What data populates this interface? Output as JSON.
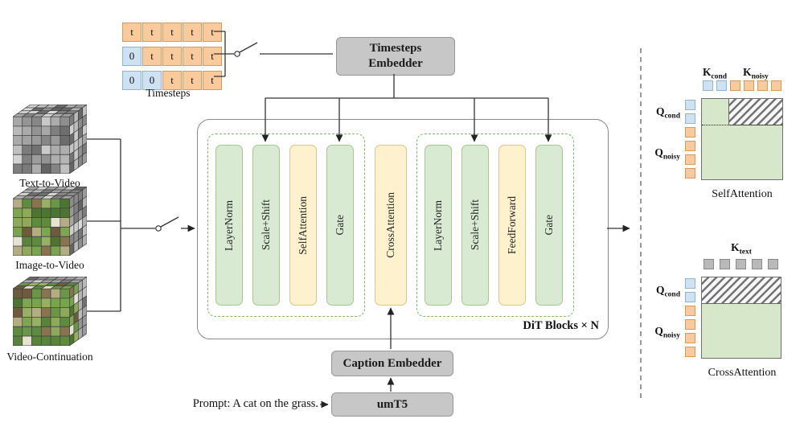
{
  "colors": {
    "orange_token": "#f9cb9c",
    "blue_token": "#cfe2f3",
    "gray_token": "#b9b9b9",
    "green_block": "#d9ead3",
    "yellow_block": "#fdf2cd",
    "gray_box": "#c7c7c7",
    "dashed_group_border": "#85b86a",
    "matrix_green": "#d7e7ca"
  },
  "timesteps": {
    "label": "Timesteps",
    "rows": [
      [
        "t",
        "t",
        "t",
        "t",
        "t"
      ],
      [
        "0",
        "t",
        "t",
        "t",
        "t"
      ],
      [
        "0",
        "0",
        "t",
        "t",
        "t"
      ]
    ]
  },
  "embedder": {
    "timesteps": "Timesteps Embedder",
    "caption": "Caption Embedder",
    "umt5": "umT5"
  },
  "prompt_text": "Prompt: A cat on the grass.",
  "video_inputs": [
    {
      "label": "Text-to-Video",
      "type": "noise"
    },
    {
      "label": "Image-to-Video",
      "type": "i2v"
    },
    {
      "label": "Video-Continuation",
      "type": "vc"
    }
  ],
  "dit": {
    "label": "DiT Blocks × N",
    "group1": [
      {
        "label": "LayerNorm",
        "color": "green"
      },
      {
        "label": "Scale+Shift",
        "color": "green"
      },
      {
        "label": "SelfAttention",
        "color": "yellow"
      },
      {
        "label": "Gate",
        "color": "green"
      }
    ],
    "cross_attention": {
      "label": "CrossAttention",
      "color": "yellow"
    },
    "group2": [
      {
        "label": "LayerNorm",
        "color": "green"
      },
      {
        "label": "Scale+Shift",
        "color": "green"
      },
      {
        "label": "FeedForward",
        "color": "yellow"
      },
      {
        "label": "Gate",
        "color": "green"
      }
    ]
  },
  "self_attention": {
    "title": "SelfAttention",
    "k_cond": {
      "base": "K",
      "sub": "cond"
    },
    "k_noisy": {
      "base": "K",
      "sub": "noisy"
    },
    "q_cond": {
      "base": "Q",
      "sub": "cond"
    },
    "q_noisy": {
      "base": "Q",
      "sub": "noisy"
    }
  },
  "cross_attention": {
    "title": "CrossAttention",
    "k_text": {
      "base": "K",
      "sub": "text"
    },
    "q_cond": {
      "base": "Q",
      "sub": "cond"
    },
    "q_noisy": {
      "base": "Q",
      "sub": "noisy"
    }
  }
}
